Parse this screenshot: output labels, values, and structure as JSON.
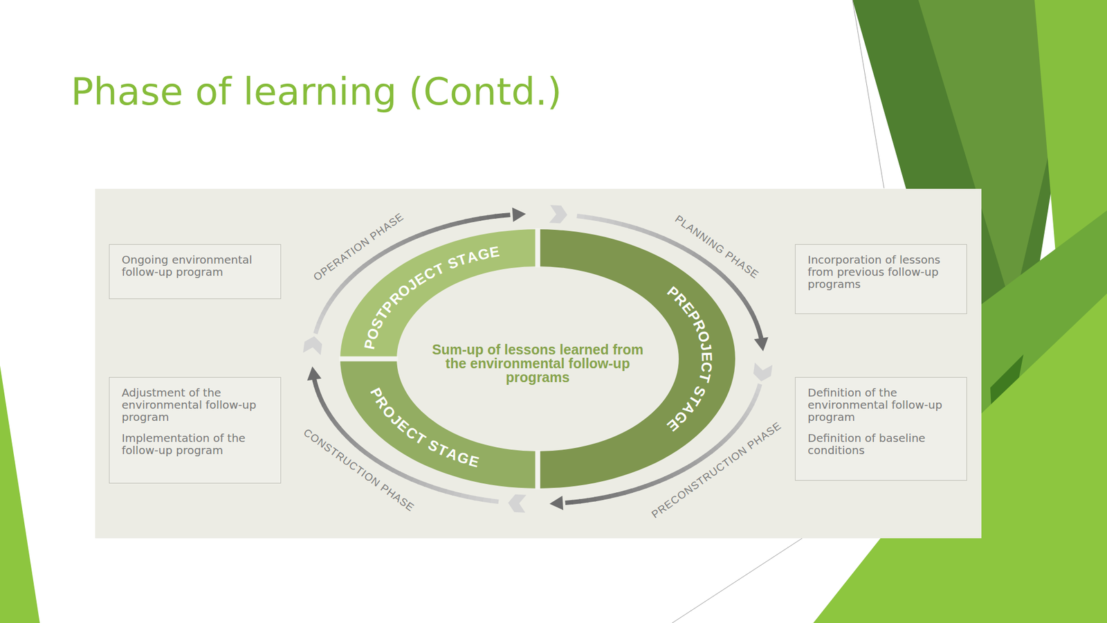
{
  "diagram": {
    "title": "Phase of learning (Contd.)",
    "nodes": [
      {
        "text": [
          "Ongoing environmental follow-up program"
        ]
      },
      {
        "text": [
          "Incorporation of lessons from previous follow-up programs"
        ]
      },
      {
        "text": [
          "Adjustment of the environmental follow-up program",
          "Implementation of the follow-up program"
        ]
      },
      {
        "text": [
          "Definition of the environmental follow-up program",
          "Definition of baseline conditions"
        ]
      }
    ],
    "labels": [
      "OPERATION PHASE",
      "PLANNING PHASE",
      "POSTPROJECT STAGE",
      "PREPROJECT STAGE",
      "Sum-up of lessons learned from the environmental follow-up programs",
      "PROJECT STAGE",
      "CONSTRUCTION PHASE",
      "PRECONSTRUCTION PHASE"
    ]
  }
}
